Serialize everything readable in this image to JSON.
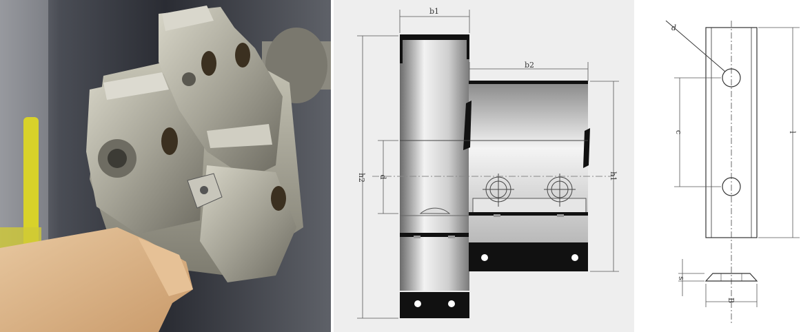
{
  "photo": {
    "colors": {
      "background_dark": "#1d1f24",
      "steel": "#a8a79a",
      "wood": "#d9b48a",
      "yellow_guard": "#d8d22a"
    }
  },
  "drawing": {
    "labels": {
      "b1": "b1",
      "b2": "b2",
      "h1": "h1",
      "h2": "h2",
      "d": "d"
    }
  },
  "insert": {
    "labels": {
      "alpha": "d",
      "c": "c",
      "l": "l",
      "s": "s",
      "b": "B"
    }
  }
}
